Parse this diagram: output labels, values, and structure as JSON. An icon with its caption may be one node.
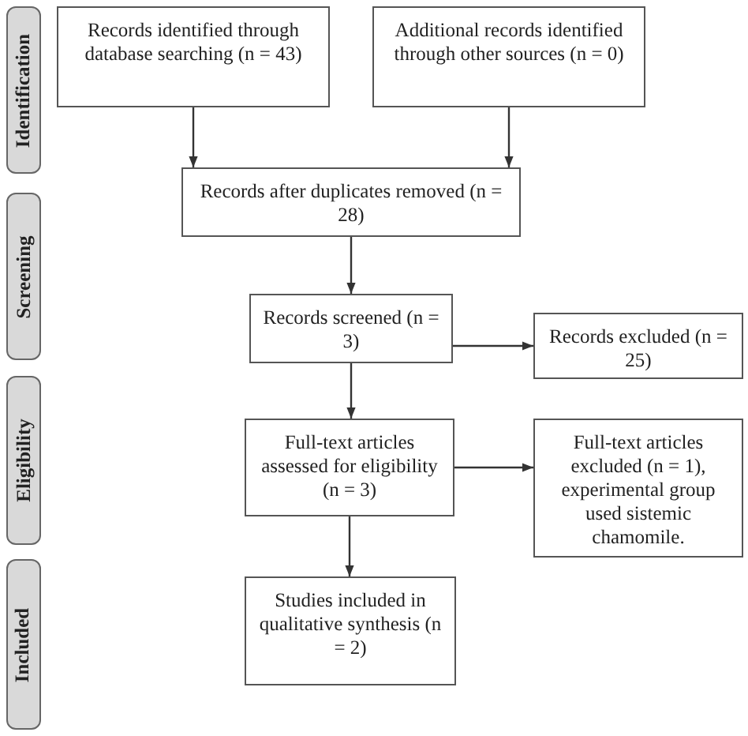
{
  "diagram": {
    "nodes": [
      {
        "text": [
          "Identification"
        ]
      },
      {
        "text": [
          "Screening"
        ]
      },
      {
        "text": [
          "Eligibility"
        ]
      },
      {
        "text": [
          "Included"
        ]
      },
      {
        "text": [
          "Records identified through database searching (n = 43)"
        ]
      },
      {
        "text": [
          "Additional records identified through other sources (n = 0)"
        ]
      },
      {
        "text": [
          "Records after duplicates removed (n = 28)"
        ]
      },
      {
        "text": [
          "Records screened (n = 3)"
        ]
      },
      {
        "text": [
          "Records excluded (n = 25)"
        ]
      },
      {
        "text": [
          "Full-text articles assessed for eligibility (n = 3)"
        ]
      },
      {
        "text": [
          "Full-text articles excluded (n = 1), experimental group used sistemic chamomile."
        ]
      },
      {
        "text": [
          "Studies included in qualitative synthesis (n = 2)"
        ]
      }
    ],
    "edges": [
      {
        "from": 4,
        "to": 6,
        "arrow": "to"
      },
      {
        "from": 5,
        "to": 6,
        "arrow": "to"
      },
      {
        "from": 6,
        "to": 7,
        "arrow": "to"
      },
      {
        "from": 7,
        "to": 8,
        "arrow": "to"
      },
      {
        "from": 7,
        "to": 9,
        "arrow": "to"
      },
      {
        "from": 9,
        "to": 10,
        "arrow": "to"
      },
      {
        "from": 9,
        "to": 11,
        "arrow": "to"
      }
    ]
  }
}
